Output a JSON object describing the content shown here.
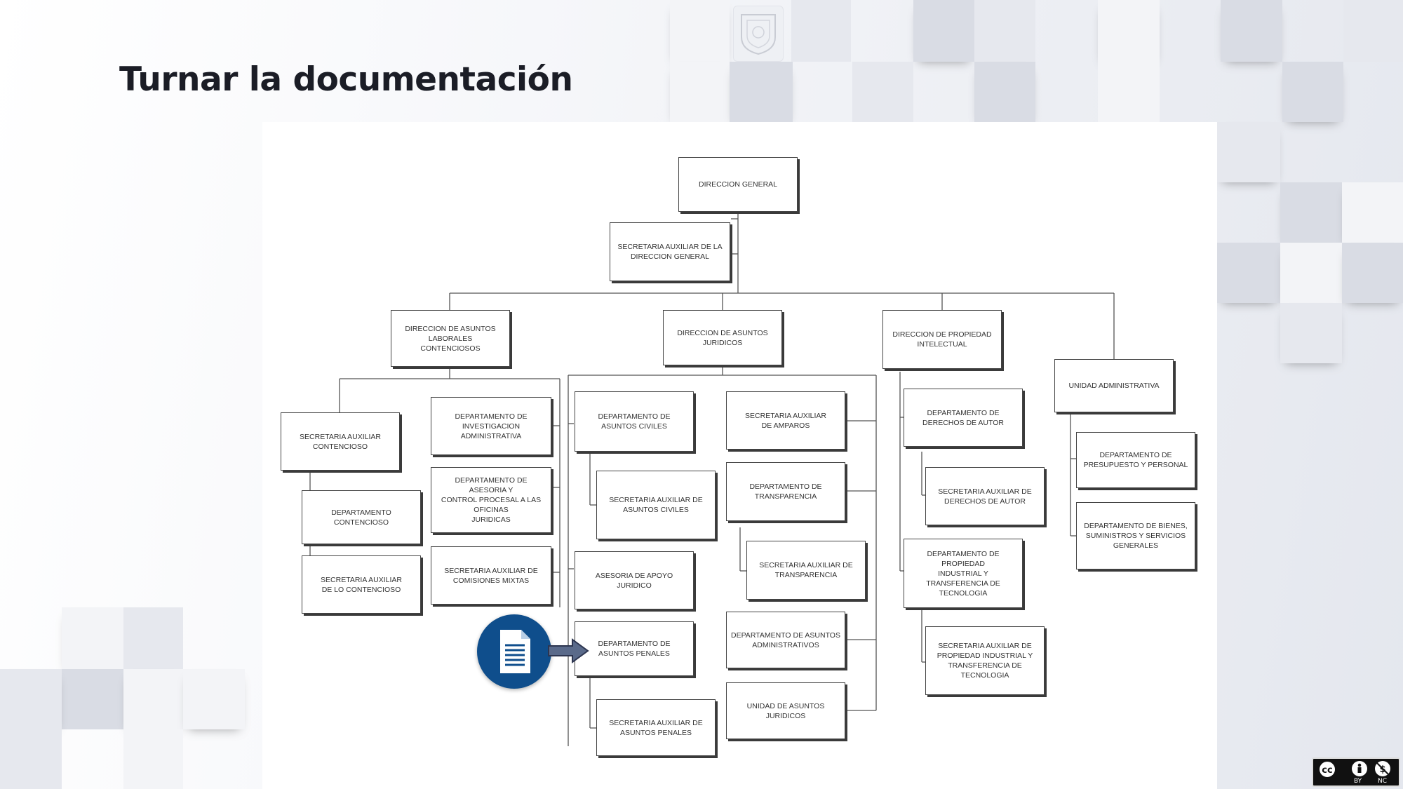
{
  "slide": {
    "title": "Turnar la documentación"
  },
  "org_chart": {
    "nodes": {
      "direccion_general": "DIRECCION GENERAL",
      "sec_aux_direccion_general": "SECRETARIA AUXILIAR DE LA\nDIRECCION GENERAL",
      "dir_asuntos_laborales": "DIRECCION DE ASUNTOS LABORALES\nCONTENCIOSOS",
      "dir_asuntos_juridicos": "DIRECCION DE ASUNTOS JURIDICOS",
      "dir_propiedad_intelectual": "DIRECCION DE PROPIEDAD\nINTELECTUAL",
      "unidad_administrativa": "UNIDAD ADMINISTRATIVA",
      "sec_aux_contencioso": "SECRETARIA AUXILIAR\nCONTENCIOSO",
      "depto_contencioso": "DEPARTAMENTO CONTENCIOSO",
      "sec_aux_lo_contencioso": "SECRETARIA AUXILIAR\nDE LO CONTENCIOSO",
      "depto_investigacion": "DEPARTAMENTO DE INVESTIGACION\nADMINISTRATIVA",
      "depto_asesoria_control": "DEPARTAMENTO DE ASESORIA Y\nCONTROL PROCESAL A LAS OFICINAS\nJURIDICAS",
      "sec_aux_comisiones": "SECRETARIA AUXILIAR DE\nCOMISIONES MIXTAS",
      "depto_asuntos_civiles": "DEPARTAMENTO DE\nASUNTOS CIVILES",
      "sec_aux_asuntos_civiles": "SECRETARIA AUXILIAR DE\nASUNTOS CIVILES",
      "asesoria_apoyo": "ASESORIA DE APOYO JURIDICO",
      "depto_asuntos_penales": "DEPARTAMENTO DE\nASUNTOS PENALES",
      "sec_aux_asuntos_penales": "SECRETARIA AUXILIAR DE\nASUNTOS PENALES",
      "sec_aux_amparos": "SECRETARIA AUXILIAR\nDE AMPAROS",
      "depto_transparencia": "DEPARTAMENTO DE\nTRANSPARENCIA",
      "sec_aux_transparencia": "SECRETARIA AUXILIAR DE\nTRANSPARENCIA",
      "depto_asuntos_admin": "DEPARTAMENTO DE ASUNTOS\nADMINISTRATIVOS",
      "unidad_asuntos_juridicos": "UNIDAD DE ASUNTOS JURIDICOS",
      "depto_derechos_autor": "DEPARTAMENTO DE\nDERECHOS DE AUTOR",
      "sec_aux_derechos_autor": "SECRETARIA AUXILIAR DE\nDERECHOS DE AUTOR",
      "depto_propiedad_industrial": "DEPARTAMENTO DE PROPIEDAD\nINDUSTRIAL Y TRANSFERENCIA DE\nTECNOLOGIA",
      "sec_aux_propiedad_industrial": "SECRETARIA AUXILIAR DE\nPROPIEDAD INDUSTRIAL Y\nTRANSFERENCIA DE TECNOLOGIA",
      "depto_presupuesto": "DEPARTAMENTO DE\nPRESUPUESTO Y PERSONAL",
      "depto_bienes": "DEPARTAMENTO DE BIENES,\nSUMINISTROS Y SERVICIOS\nGENERALES"
    },
    "highlighted_node": "depto_asuntos_penales"
  },
  "icons": {
    "document": "document-icon",
    "arrow": "arrow-right-icon",
    "logo": "university-seal",
    "license": "creative-commons-by-nc-icon"
  },
  "license": {
    "by_label": "BY",
    "nc_label": "NC"
  },
  "colors": {
    "badge_blue": "#0f4e8c",
    "title": "#1b1d26",
    "arrow": "#4a5a7a"
  }
}
